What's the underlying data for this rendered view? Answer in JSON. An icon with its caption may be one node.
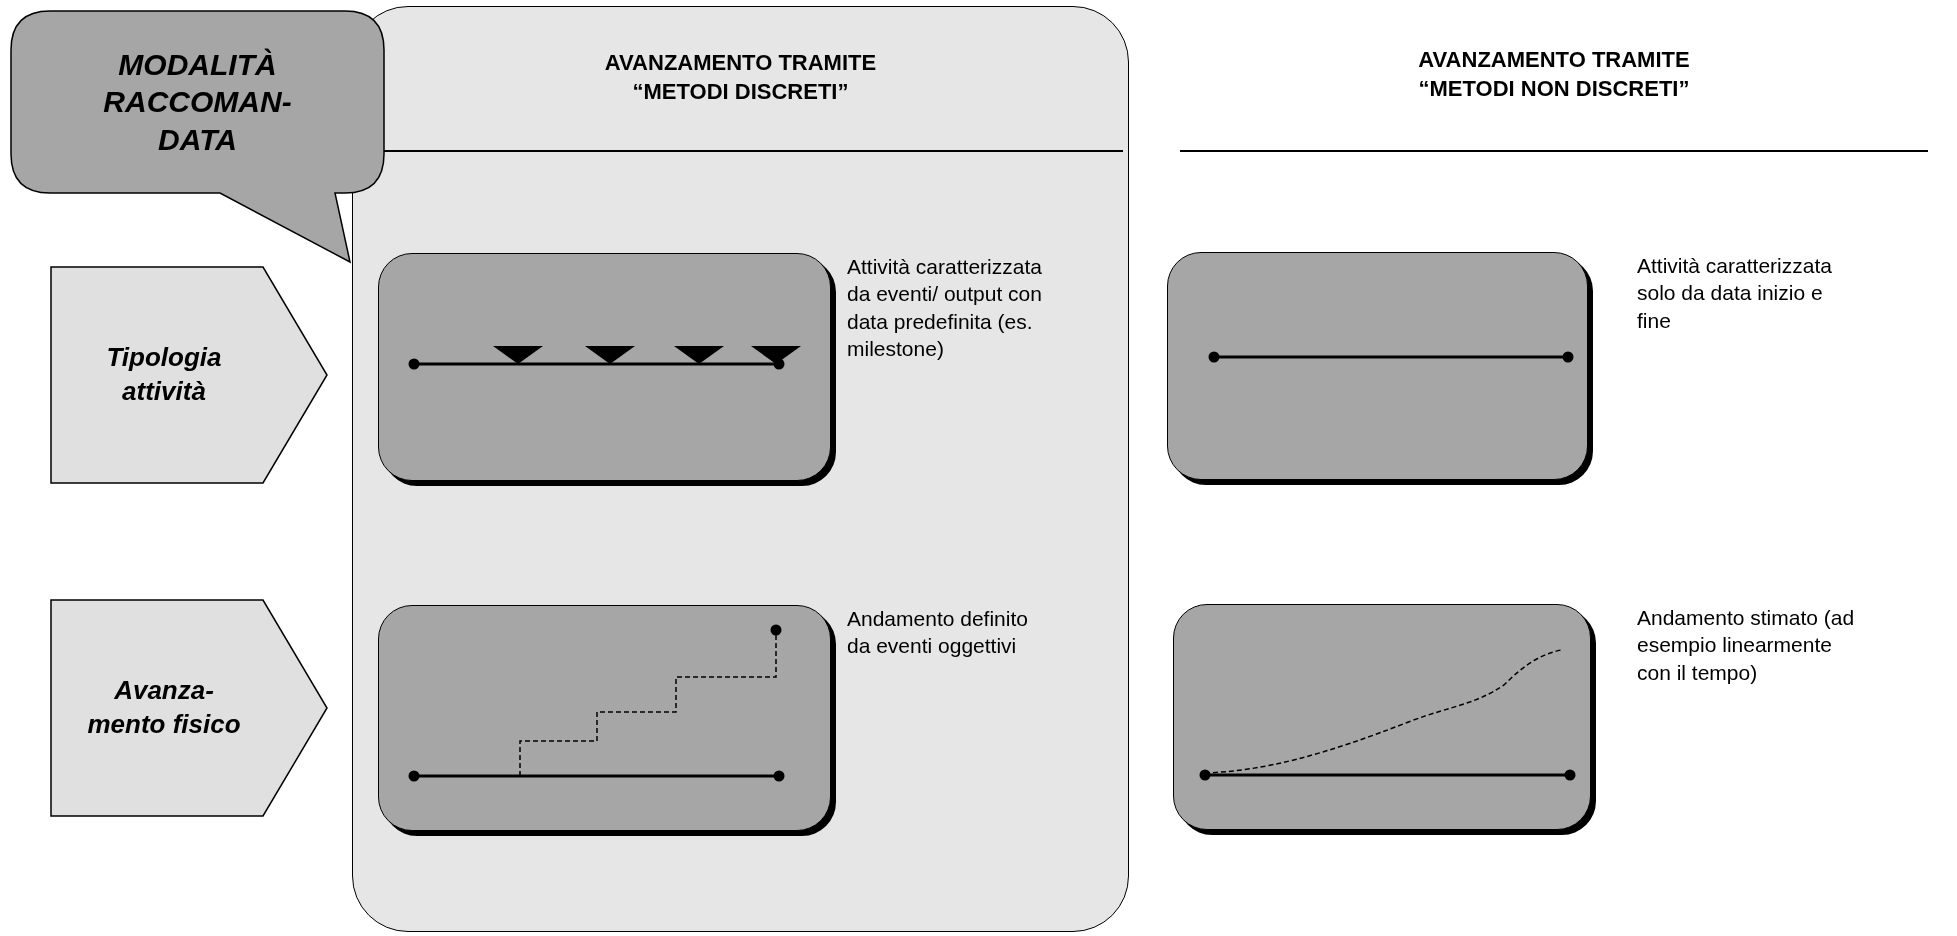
{
  "diagram": {
    "nodes": [
      {
        "text": [
          "MODALITÀ RACCOMAN-DATA"
        ]
      },
      {
        "text": [
          "AVANZAMENTO TRAMITE “METODI DISCRETI”"
        ]
      },
      {
        "text": [],
        "shape": "box",
        "in": 1,
        "beside": [
          "Attività caratterizzata da eventi/ output con data predefinita (es. milestone)"
        ]
      },
      {
        "text": [],
        "shape": "box",
        "in": 1,
        "beside": [
          "Andamento definito da eventi oggettivi"
        ]
      },
      {
        "text": [
          "Tipologia attività"
        ]
      },
      {
        "text": [
          "Avanza-mento fisico"
        ]
      },
      {
        "text": [],
        "shape": "box",
        "beside": [
          "Attività caratterizzata solo da data inizio e fine"
        ]
      },
      {
        "text": [],
        "shape": "box",
        "beside": [
          "Andamento stimato (ad esempio linearmente con il tempo)"
        ]
      }
    ],
    "labels": [
      "AVANZAMENTO TRAMITE “METODI NON DISCRETI”"
    ]
  }
}
